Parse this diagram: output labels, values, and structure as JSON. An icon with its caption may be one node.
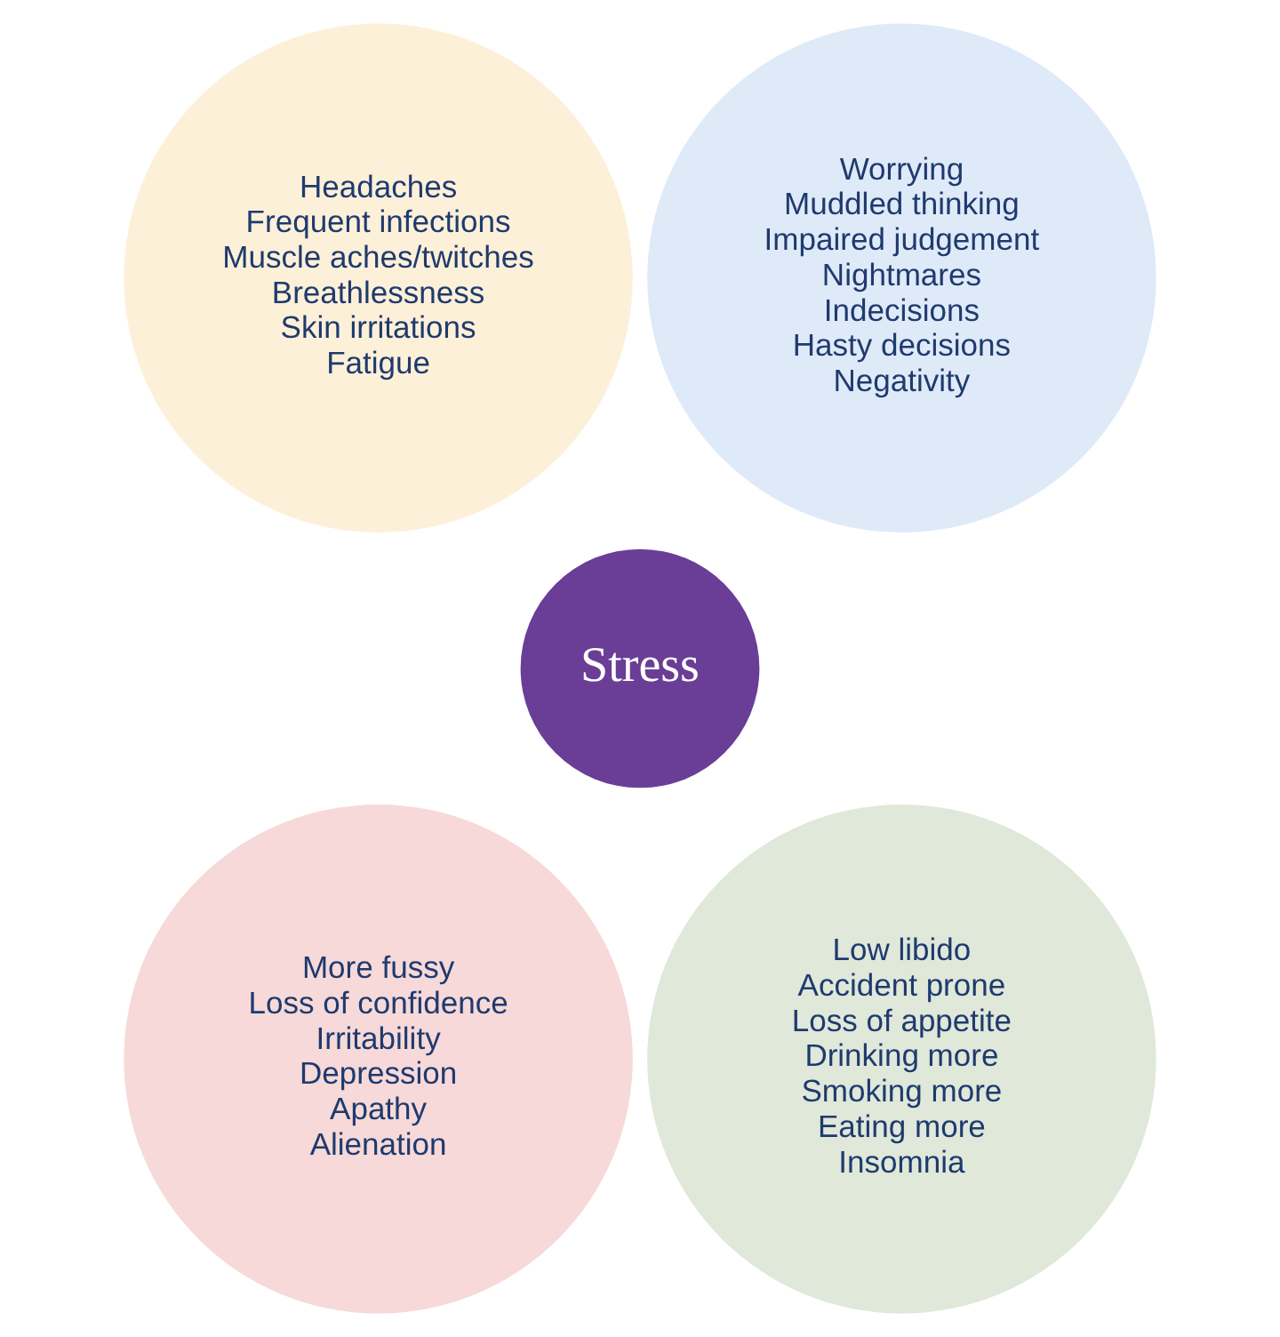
{
  "diagram": {
    "nodes": [
      {
        "text": [
          "Headaches",
          "Frequent infections",
          "Muscle aches/twitches",
          "Breathlessness",
          "Skin irritations",
          "Fatigue"
        ]
      },
      {
        "text": [
          "Worrying",
          "Muddled thinking",
          "Impaired judgement",
          "Nightmares",
          "Indecisions",
          "Hasty decisions",
          "Negativity"
        ]
      },
      {
        "text": [
          "Stress"
        ]
      },
      {
        "text": [
          "More fussy",
          "Loss of confidence",
          "Irritability",
          "Depression",
          "Apathy",
          "Alienation"
        ]
      },
      {
        "text": [
          "Low libido",
          "Accident prone",
          "Loss of appetite",
          "Drinking more",
          "Smoking more",
          "Eating more",
          "Insomnia"
        ]
      }
    ],
    "edges": []
  }
}
